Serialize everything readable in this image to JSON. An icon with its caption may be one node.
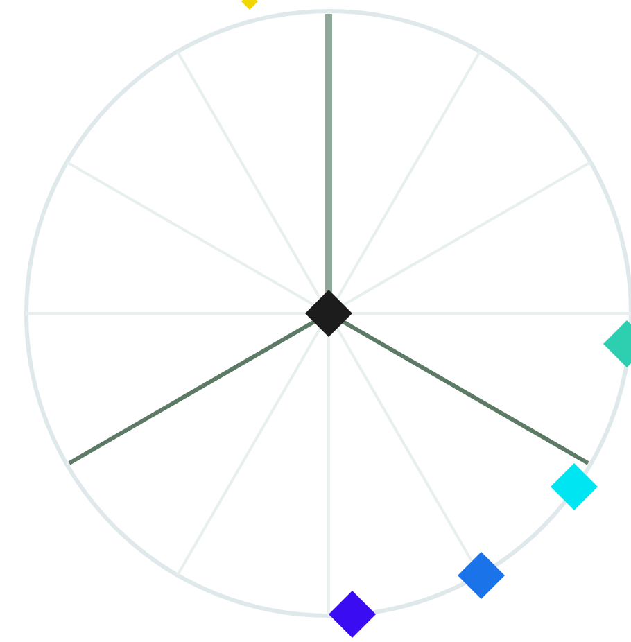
{
  "diagram": {
    "nodes": [
      {
        "text": [],
        "shape": "diamond"
      },
      {
        "text": [],
        "shape": "diamond"
      },
      {
        "text": [],
        "shape": "diamond"
      },
      {
        "text": [],
        "shape": "diamond"
      },
      {
        "text": [],
        "shape": "diamond"
      },
      {
        "text": [],
        "shape": "diamond"
      }
    ]
  }
}
